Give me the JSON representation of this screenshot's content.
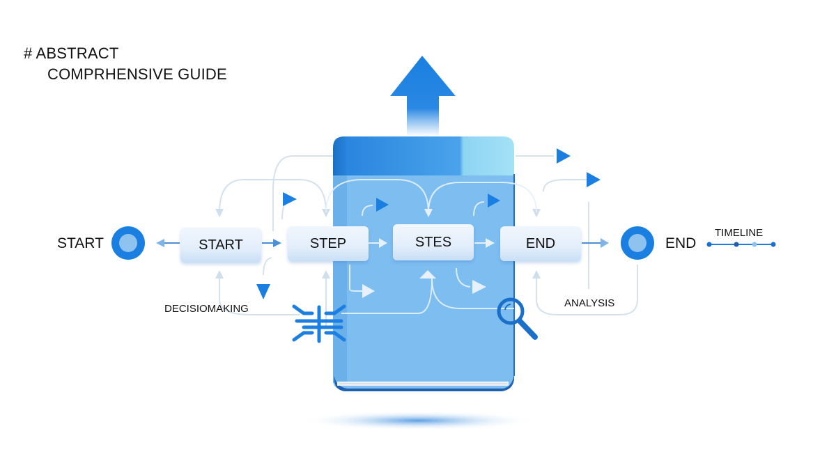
{
  "header": {
    "line1": "# ABSTRACT",
    "line2": "COMPRHENSIVE GUIDE"
  },
  "flow": {
    "start_terminal_label": "START",
    "end_terminal_label": "END",
    "boxes": [
      {
        "label": "START"
      },
      {
        "label": "STEP"
      },
      {
        "label": "STES"
      },
      {
        "label": "END"
      }
    ]
  },
  "annotations": {
    "decision": "DECISIOMAKING",
    "analysis": "ANALYSIS",
    "timeline": "TIMELINE"
  },
  "icons": {
    "up_arrow": "arrow-up-icon",
    "book": "book-icon",
    "magnifier": "magnifier-icon",
    "decision": "branching-icon",
    "timeline": "timeline-icon"
  },
  "colors": {
    "accent": "#1a7fe0",
    "book_cover": "#7dbdf0",
    "book_spine": "#3a8ee0",
    "connector": "#d4e2ee",
    "terminal_inner": "#8ec3f0"
  }
}
